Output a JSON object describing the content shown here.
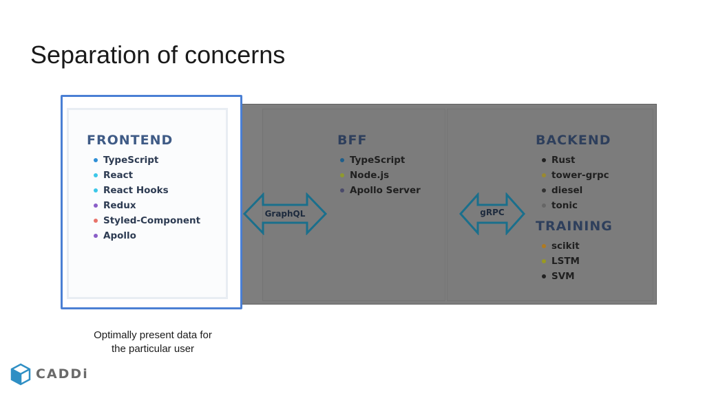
{
  "slide": {
    "title": "Separation of concerns",
    "caption_line1": "Optimally present data for",
    "caption_line2": "the particular user"
  },
  "frontend": {
    "heading": "FRONTEND",
    "items": [
      {
        "label": "TypeScript",
        "color": "#2f8fd6"
      },
      {
        "label": "React",
        "color": "#3cc7e8"
      },
      {
        "label": "React Hooks",
        "color": "#3cc7e8"
      },
      {
        "label": "Redux",
        "color": "#8a5ec7"
      },
      {
        "label": "Styled-Component",
        "color": "#e8736a"
      },
      {
        "label": "Apollo",
        "color": "#8a5ec7"
      }
    ]
  },
  "bff": {
    "heading": "BFF",
    "items": [
      {
        "label": "TypeScript",
        "color": "#1f5e8a"
      },
      {
        "label": "Node.js",
        "color": "#8f9a2e"
      },
      {
        "label": "Apollo Server",
        "color": "#4a4a6a"
      }
    ]
  },
  "backend": {
    "heading": "BACKEND",
    "items": [
      {
        "label": "Rust",
        "color": "#222222"
      },
      {
        "label": "tower-grpc",
        "color": "#9a8a30"
      },
      {
        "label": "diesel",
        "color": "#333333"
      },
      {
        "label": "tonic",
        "color": "#666666"
      }
    ]
  },
  "training": {
    "heading": "TRAINING",
    "items": [
      {
        "label": "scikit",
        "color": "#b07a20"
      },
      {
        "label": "LSTM",
        "color": "#9a9a20"
      },
      {
        "label": "SVM",
        "color": "#222222"
      }
    ]
  },
  "connectors": {
    "graphql_label": "GraphQL",
    "grpc_label": "gRPC",
    "arrow_color": "#1a6f8c"
  },
  "logo": {
    "icon": "cube-icon",
    "text": "CADDi"
  }
}
